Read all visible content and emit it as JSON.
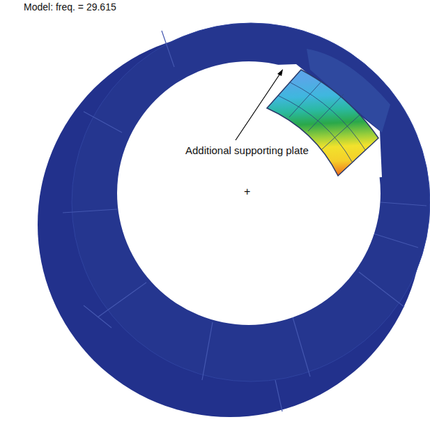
{
  "diagram": {
    "labels": [
      "Model: freq. = 29.615",
      "Additional supporting plate",
      "+"
    ]
  }
}
